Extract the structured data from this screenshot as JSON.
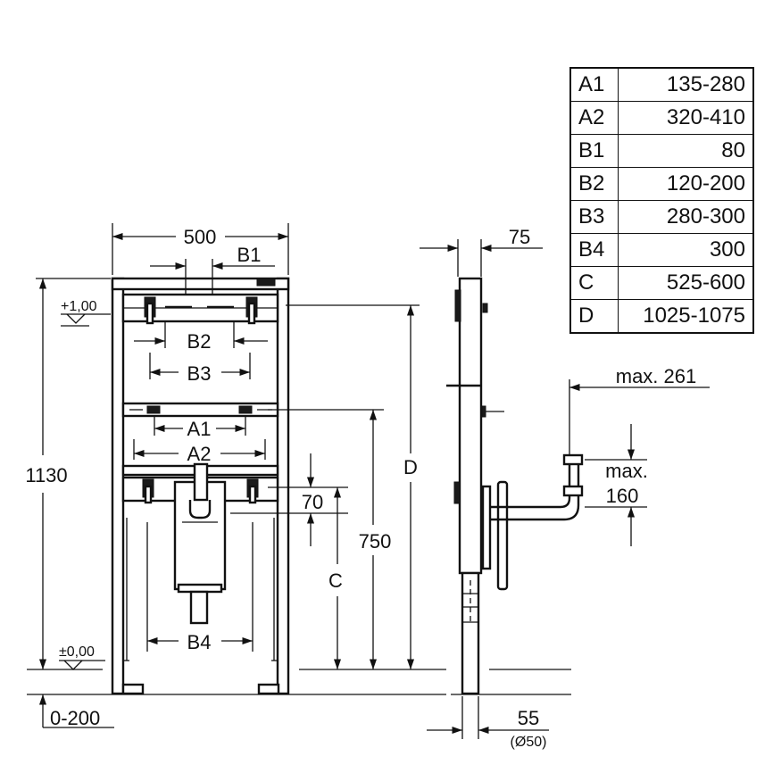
{
  "dimensions": {
    "width_500": "500",
    "b1": "B1",
    "b2": "B2",
    "b3": "B3",
    "a1": "A1",
    "a2": "A2",
    "b4": "B4",
    "height_1130": "1130",
    "level_top": "+1,00",
    "level_zero": "±0,00",
    "adjust": "0-200",
    "dim_70": "70",
    "dim_750": "750",
    "c": "C",
    "d": "D",
    "depth_75": "75",
    "depth_55": "55",
    "diameter": "(Ø50)",
    "max_261": "max. 261",
    "max_label": "max.",
    "max_160": "160"
  },
  "spec_table": [
    {
      "key": "A1",
      "value": "135-280"
    },
    {
      "key": "A2",
      "value": "320-410"
    },
    {
      "key": "B1",
      "value": "80"
    },
    {
      "key": "B2",
      "value": "120-200"
    },
    {
      "key": "B3",
      "value": "280-300"
    },
    {
      "key": "B4",
      "value": "300"
    },
    {
      "key": "C",
      "value": "525-600"
    },
    {
      "key": "D",
      "value": "1025-1075"
    }
  ]
}
